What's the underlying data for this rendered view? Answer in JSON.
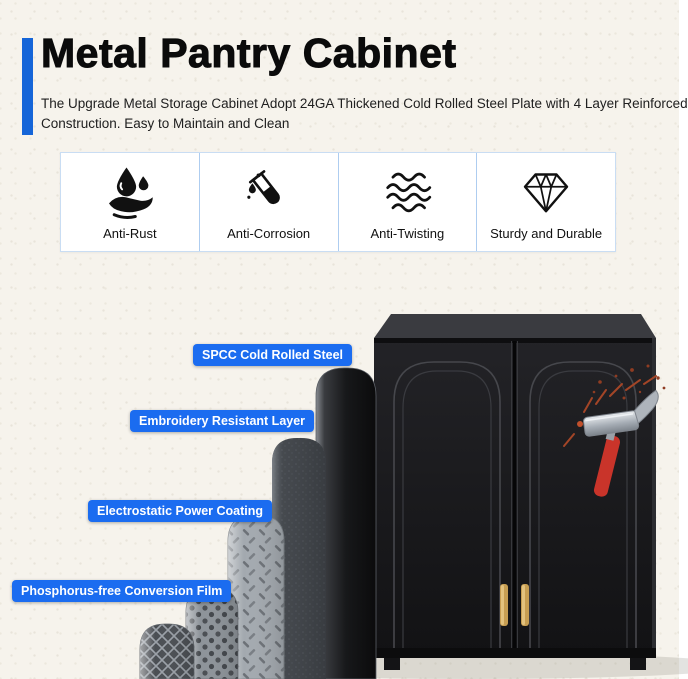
{
  "header": {
    "title": "Metal Pantry Cabinet",
    "description_line1": "The Upgrade Metal Storage Cabinet Adopt 24GA Thickened Cold Rolled Steel Plate with 4 Layer Reinforced",
    "description_line2": "Construction. Easy to Maintain and Clean"
  },
  "features": [
    {
      "label": "Anti-Rust",
      "icon": "anti-rust-icon"
    },
    {
      "label": "Anti-Corrosion",
      "icon": "anti-corrosion-icon"
    },
    {
      "label": "Anti-Twisting",
      "icon": "anti-twisting-icon"
    },
    {
      "label": "Sturdy and Durable",
      "icon": "diamond-icon"
    }
  ],
  "layer_labels": [
    {
      "label": "SPCC Cold Rolled Steel"
    },
    {
      "label": "Embroidery Resistant Layer"
    },
    {
      "label": "Electrostatic Power Coating"
    },
    {
      "label": "Phosphorus-free Conversion Film"
    }
  ],
  "colors": {
    "accent_blue": "#1565d8",
    "label_pill_blue": "#1b6cf0",
    "background_cream": "#f6f3ec",
    "cabinet_black": "#1a1a1d",
    "handle_gold": "#c79e52",
    "spark_orange": "#c1502c"
  }
}
